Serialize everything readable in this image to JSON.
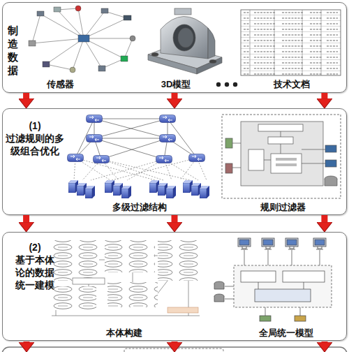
{
  "diagram": {
    "nodes": [
      {
        "text": [
          "制造数据"
        ]
      },
      {
        "text": [
          "(1)",
          "过滤规则的多级组合优化"
        ]
      },
      {
        "text": [
          "(2)",
          "基于本体论的数据统一建模"
        ]
      }
    ],
    "edges": [
      {
        "from": 0,
        "to": 1,
        "arrow": "to"
      },
      {
        "from": 0,
        "to": 1,
        "arrow": "to"
      },
      {
        "from": 0,
        "to": 1,
        "arrow": "to"
      },
      {
        "from": 1,
        "to": 2,
        "arrow": "to"
      },
      {
        "from": 1,
        "to": 2,
        "arrow": "to"
      },
      {
        "from": 1,
        "to": 2,
        "arrow": "to"
      }
    ],
    "labels": [
      "传感器",
      "3D模型",
      "技术文档",
      "多级过滤结构",
      "规则过滤器",
      "本体构建",
      "全局统一模型"
    ]
  }
}
